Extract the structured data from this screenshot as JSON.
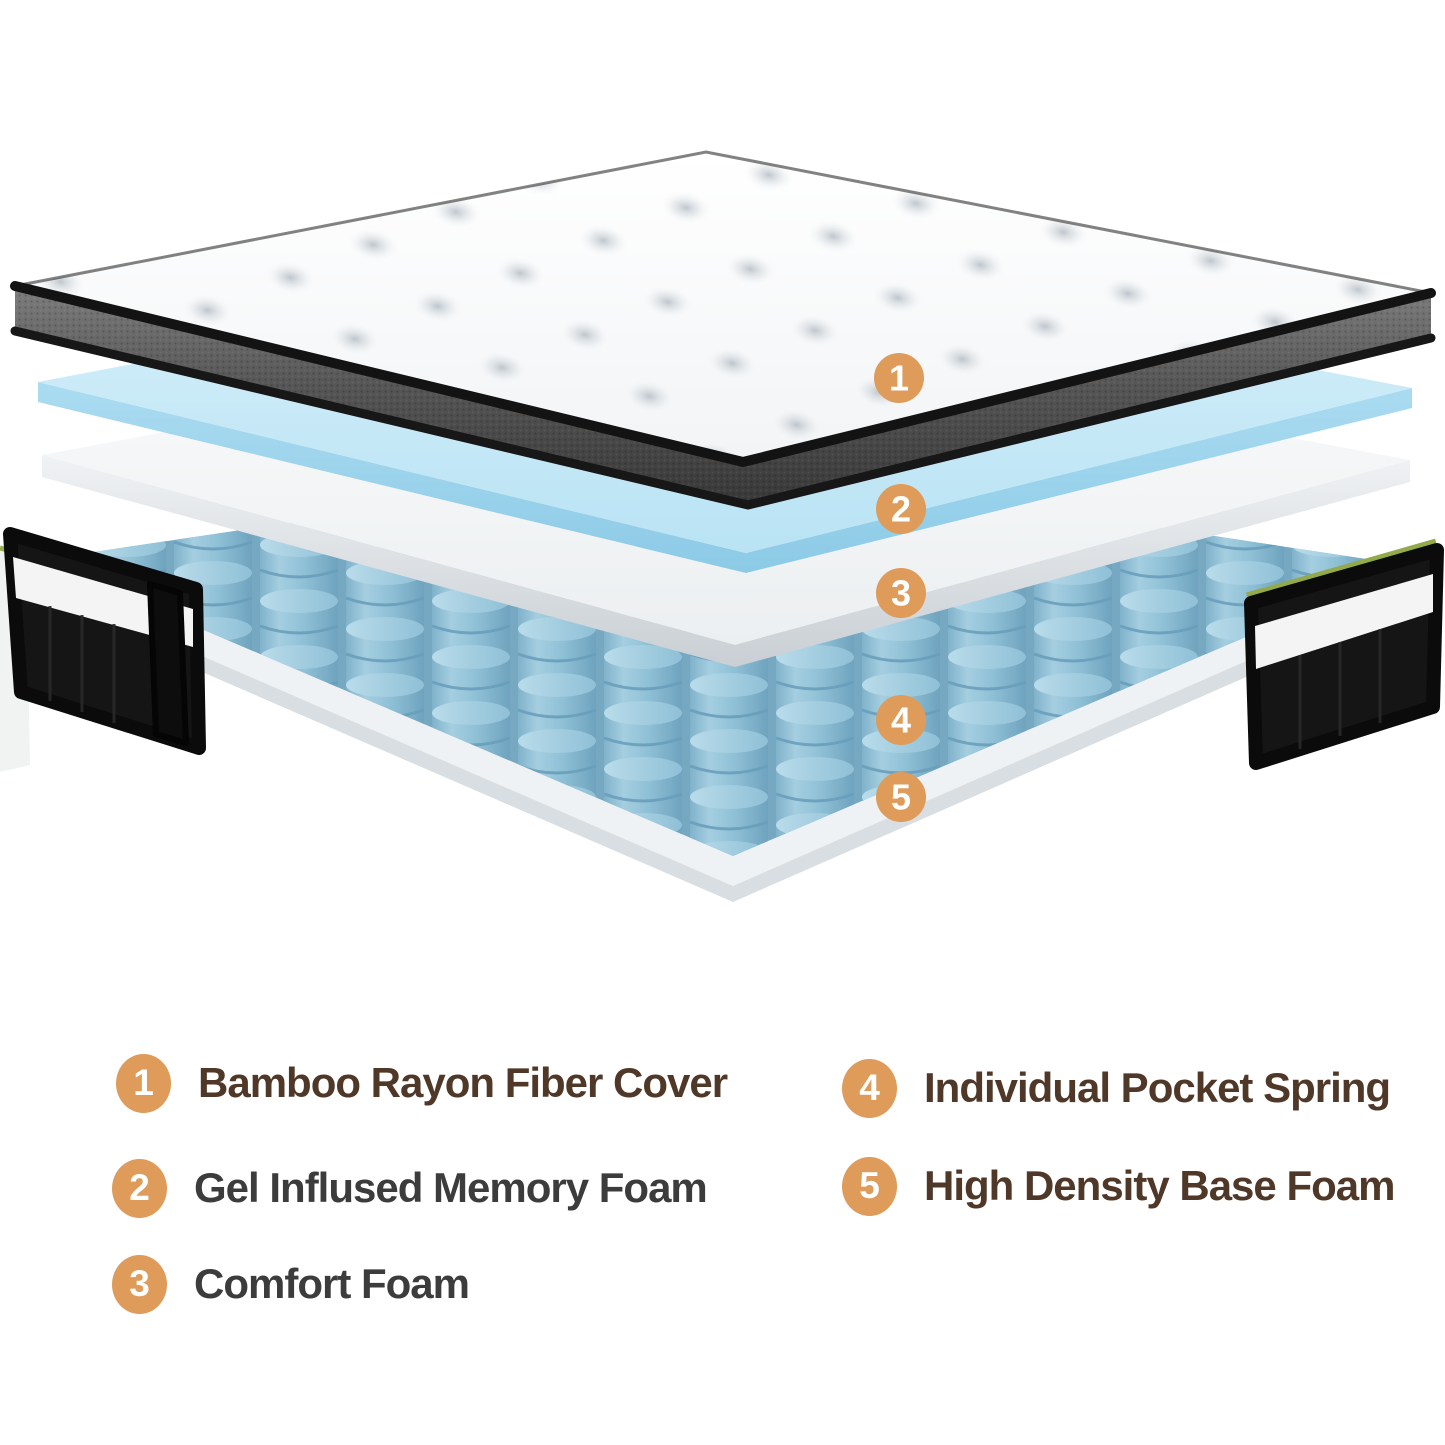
{
  "diagram": {
    "description": "Exploded layer view of a hybrid mattress",
    "callouts": [
      {
        "number": "1"
      },
      {
        "number": "2"
      },
      {
        "number": "3"
      },
      {
        "number": "4"
      },
      {
        "number": "5"
      }
    ]
  },
  "legend": {
    "items": [
      {
        "number": "1",
        "label": "Bamboo Rayon Fiber Cover"
      },
      {
        "number": "2",
        "label": "Gel Inflused Memory Foam"
      },
      {
        "number": "3",
        "label": "Comfort Foam"
      },
      {
        "number": "4",
        "label": "Individual Pocket Spring"
      },
      {
        "number": "5",
        "label": "High Density Base Foam"
      }
    ]
  },
  "colors": {
    "badge_orange": "#DE9B59",
    "legend_text_brown": "#503828",
    "legend_text_gray": "#3C3C3C",
    "gel_foam_blue": "#BCE4F4",
    "comfort_foam_white": "#EDF0F2",
    "spring_blue": "#8FC0D7",
    "mattress_side_charcoal": "#4A4A4A",
    "panel_black": "#151515",
    "trim_green": "#93A94A"
  }
}
